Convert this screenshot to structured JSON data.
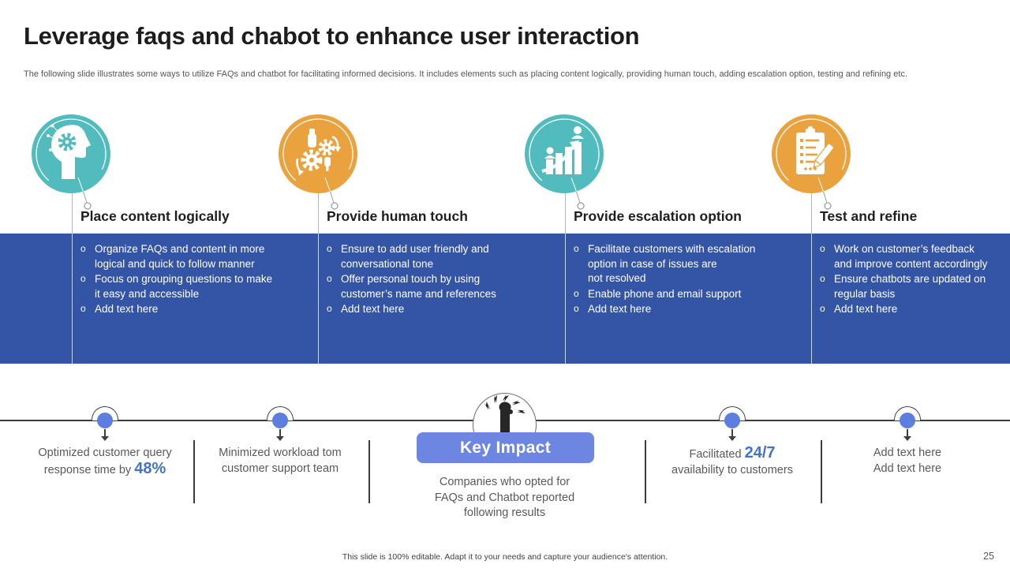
{
  "slide": {
    "title": "Leverage faqs and chabot to enhance user interaction",
    "subtitle": "The following slide illustrates some ways to utilize FAQs  and chatbot for facilitating informed decisions. It includes elements such as placing content logically, providing human touch, adding escalation option, testing and refining etc."
  },
  "colors": {
    "teal": "#52BBBD",
    "orange": "#E9A23D",
    "band_blue": "#3454A5",
    "button_blue": "#6C86E2",
    "accent_blue": "#4372C8",
    "marker_blue": "#5B7EDF"
  },
  "columns": [
    {
      "icon": "mind-gears-icon",
      "heading": "Place content logically",
      "bullets": [
        "Organize FAQs and content in more\nlogical and quick to follow manner",
        "Focus on grouping questions to make\nit easy and accessible",
        "Add text here"
      ]
    },
    {
      "icon": "automation-gears-icon",
      "heading": "Provide human touch",
      "bullets": [
        "Ensure to add user friendly and\nconversational tone",
        "Offer personal touch by using\ncustomer’s name and references",
        "Add text here"
      ]
    },
    {
      "icon": "growth-chart-icon",
      "heading": "Provide escalation option",
      "bullets": [
        "Facilitate customers with escalation\noption in case of issues are\nnot resolved",
        "Enable phone and email support",
        "Add text here"
      ]
    },
    {
      "icon": "checklist-pencil-icon",
      "heading": "Test and refine",
      "bullets": [
        "Work on customer’s feedback\nand improve content accordingly",
        "Ensure chatbots are updated on\nregular basis",
        "Add text here"
      ]
    }
  ],
  "timeline": {
    "button_label": "Key Impact",
    "description": "Companies who opted for\nFAQs and Chatbot reported\nfollowing results",
    "stats": [
      {
        "line1": "Optimized customer query",
        "line2_prefix": "response time by ",
        "highlight": "48%"
      },
      {
        "line1": "Minimized workload tom",
        "line2": "customer support team"
      },
      {
        "line1_prefix": "Facilitated ",
        "highlight": "24/7",
        "line2": "availability to customers"
      },
      {
        "line1": "Add text here",
        "line2": "Add text here"
      }
    ]
  },
  "footer": {
    "note": "This slide is 100% editable.  Adapt it to your needs and capture your audience's attention.",
    "page_number": "25"
  }
}
